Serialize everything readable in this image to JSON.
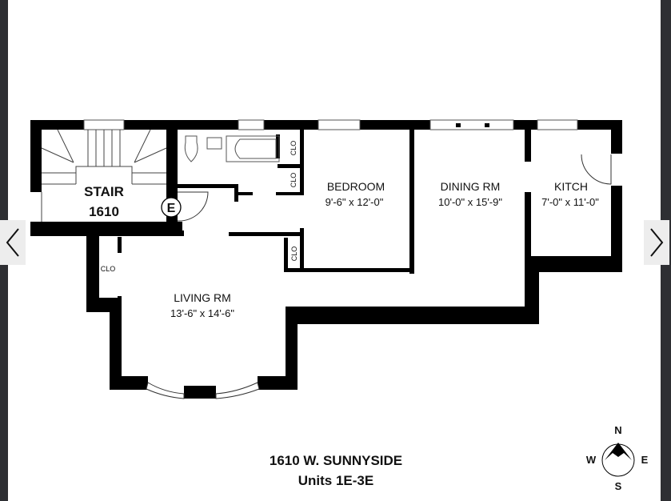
{
  "viewer": {
    "prev_icon": "chevron-left-icon",
    "next_icon": "chevron-right-icon",
    "frame_color": "#2e2f33"
  },
  "plan": {
    "rooms": {
      "stair": {
        "name": "STAIR",
        "number": "1610"
      },
      "entry_marker": "E",
      "bedroom": {
        "name": "BEDROOM",
        "size": "9'-6\" x 12'-0\""
      },
      "dining": {
        "name": "DINING RM",
        "size": "10'-0\" x 15'-9\""
      },
      "kitchen": {
        "name": "KITCH",
        "size": "7'-0\" x 11'-0\""
      },
      "living": {
        "name": "LIVING RM",
        "size": "13'-6\" x 14'-6\""
      },
      "closets": [
        "CLO",
        "CLO",
        "CLO",
        "CLO"
      ]
    },
    "address": "1610 W. SUNNYSIDE",
    "units": "Units 1E-3E",
    "compass": {
      "n": "N",
      "s": "S",
      "e": "E",
      "w": "W"
    }
  }
}
